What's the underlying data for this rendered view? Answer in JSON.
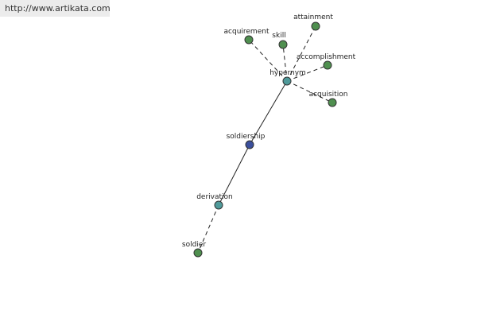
{
  "header": {
    "url": "http://www.artikata.com"
  },
  "diagram": {
    "nodes": {
      "hypernym": {
        "label": "hypernym",
        "color": "#4f9a9a"
      },
      "soldiership": {
        "label": "soldiership",
        "color": "#3b4f9c"
      },
      "derivation": {
        "label": "derivation",
        "color": "#4f9a9a"
      },
      "soldier": {
        "label": "soldier",
        "color": "#4f8f4f"
      },
      "acquirement": {
        "label": "acquirement",
        "color": "#4f8f4f"
      },
      "skill": {
        "label": "skill",
        "color": "#4f8f4f"
      },
      "attainment": {
        "label": "attainment",
        "color": "#4f8f4f"
      },
      "accomplishment": {
        "label": "accomplishment",
        "color": "#4f8f4f"
      },
      "acquisition": {
        "label": "acquisition",
        "color": "#4f8f4f"
      }
    },
    "edges": [
      {
        "from": "soldiership",
        "to": "hypernym",
        "style": "solid"
      },
      {
        "from": "soldiership",
        "to": "derivation",
        "style": "solid"
      },
      {
        "from": "derivation",
        "to": "soldier",
        "style": "dashed"
      },
      {
        "from": "hypernym",
        "to": "acquirement",
        "style": "dashed"
      },
      {
        "from": "hypernym",
        "to": "skill",
        "style": "dashed"
      },
      {
        "from": "hypernym",
        "to": "attainment",
        "style": "dashed"
      },
      {
        "from": "hypernym",
        "to": "accomplishment",
        "style": "dashed"
      },
      {
        "from": "hypernym",
        "to": "acquisition",
        "style": "dashed"
      }
    ]
  }
}
